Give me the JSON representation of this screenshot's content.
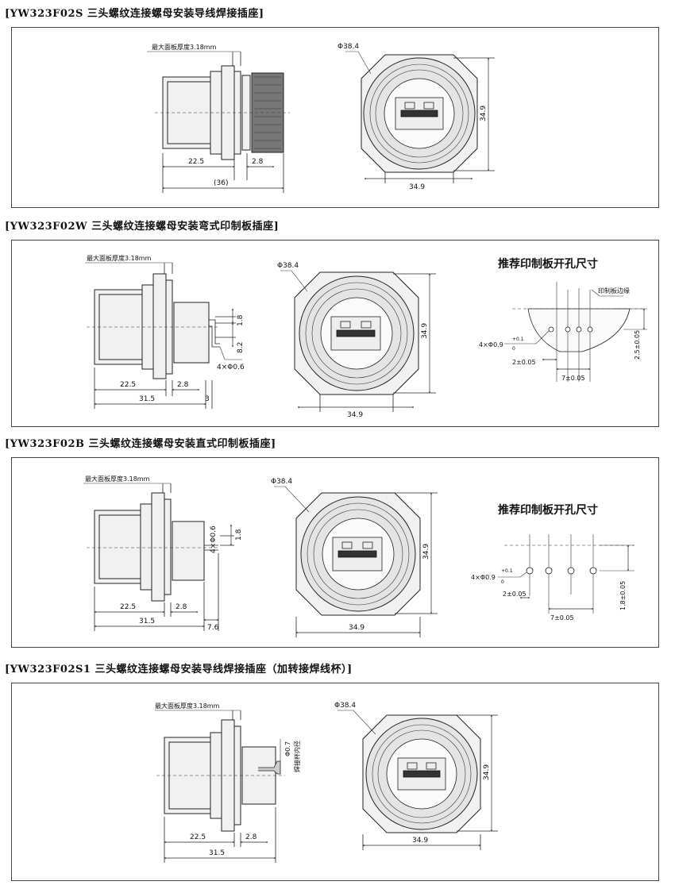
{
  "sections": [
    {
      "title": "[YW323F02S 三头螺纹连接螺母安装导线焊接插座]",
      "side": {
        "panel_note": "最大面板厚度3.18mm",
        "d1": "22.5",
        "d2": "2.8",
        "d3": "(36)"
      },
      "front": {
        "dia": "Φ38.4",
        "h": "34.9",
        "w": "34.9"
      }
    },
    {
      "title": "[YW323F02W 三头螺纹连接螺母安装弯式印制板插座]",
      "side": {
        "panel_note": "最大面板厚度3.18mm",
        "d1": "22.5",
        "d2": "2.8",
        "d3": "31.5",
        "d4": "3",
        "v1": "1.8",
        "v2": "8.2",
        "pin": "4×Φ0.6"
      },
      "front": {
        "dia": "Φ38.4",
        "h": "34.9",
        "w": "34.9"
      },
      "pcb": {
        "title": "推荐印制板开孔尺寸",
        "edge": "印制板边缘",
        "holes": "4×Φ0.9",
        "hole_tol_upper": "+0.1",
        "hole_tol_lower": "0",
        "d1": "2±0.05",
        "d2": "7±0.05",
        "d3": "2.5±0.05"
      }
    },
    {
      "title": "[YW323F02B 三头螺纹连接螺母安装直式印制板插座]",
      "side": {
        "panel_note": "最大面板厚度3.18mm",
        "d1": "22.5",
        "d2": "2.8",
        "d3": "31.5",
        "d4": "7.6",
        "v1": "1.8",
        "pin": "4×Φ0.6"
      },
      "front": {
        "dia": "Φ38.4",
        "h": "34.9",
        "w": "34.9"
      },
      "pcb": {
        "title": "推荐印制板开孔尺寸",
        "holes": "4×Φ0.9",
        "hole_tol_upper": "+0.1",
        "hole_tol_lower": "0",
        "d1": "2±0.05",
        "d2": "7±0.05",
        "d3": "1.8±0.05"
      }
    },
    {
      "title": "[YW323F02S1 三头螺纹连接螺母安装导线焊接插座（加转接焊线杯）]",
      "side": {
        "panel_note": "最大面板厚度3.18mm",
        "d1": "22.5",
        "d2": "2.8",
        "d3": "31.5",
        "cup": "Φ0.7",
        "cup_label": "焊接杯内径"
      },
      "front": {
        "dia": "Φ38.4",
        "h": "34.9",
        "w": "34.9"
      }
    }
  ]
}
